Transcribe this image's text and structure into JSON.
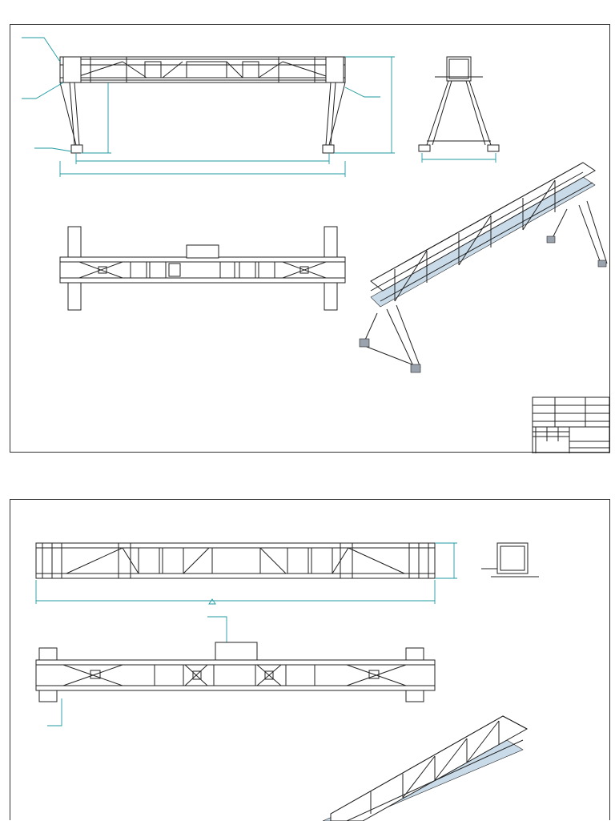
{
  "sheets": [
    {
      "views": [
        "front-view",
        "side-view",
        "top-view",
        "isometric-view",
        "title-block"
      ]
    },
    {
      "views": [
        "front-view",
        "side-view",
        "top-view",
        "isometric-view"
      ]
    }
  ],
  "colors": {
    "line": "#222222",
    "dimension": "#1f9aa0",
    "shade": "#c9dbe8"
  },
  "icons": {
    "datum_marker": "triangle-icon"
  }
}
